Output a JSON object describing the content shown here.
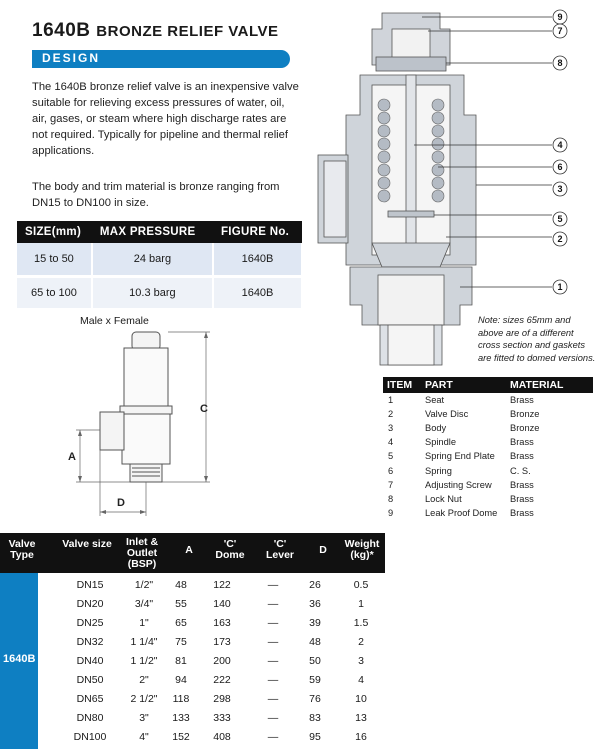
{
  "header": {
    "title_prefix": "1640B",
    "title_rest": "Bronze Relief Valve",
    "section": "DESIGN"
  },
  "description": {
    "p1": "The 1640B bronze relief valve is an inexpensive valve suitable for relieving excess pressures of water, oil, air, gases, or steam where high discharge rates are not required. Typically for pipeline and thermal relief applications.",
    "p2": "The body and trim material is bronze ranging from DN15 to DN100 in size."
  },
  "spec_table": {
    "headers": [
      "SIZE(mm)",
      "MAX PRESSURE",
      "FIGURE No."
    ],
    "rows": [
      [
        "15 to 50",
        "24 barg",
        "1640B"
      ],
      [
        "65 to 100",
        "10.3 barg",
        "1640B"
      ]
    ]
  },
  "left_diagram": {
    "caption": "Male x Female",
    "dim_a": "A",
    "dim_c": "C",
    "dim_d": "D"
  },
  "section_drawing": {
    "callouts": [
      "9",
      "7",
      "8",
      "4",
      "6",
      "3",
      "5",
      "2",
      "1"
    ]
  },
  "note": "Note: sizes 65mm and above are of a different cross section and gaskets are fitted to domed versions.",
  "parts_table": {
    "headers": [
      "ITEM",
      "PART",
      "MATERIAL"
    ],
    "rows": [
      [
        "1",
        "Seat",
        "Brass"
      ],
      [
        "2",
        "Valve Disc",
        "Bronze"
      ],
      [
        "3",
        "Body",
        "Bronze"
      ],
      [
        "4",
        "Spindle",
        "Brass"
      ],
      [
        "5",
        "Spring End Plate",
        "Brass"
      ],
      [
        "6",
        "Spring",
        "C. S."
      ],
      [
        "7",
        "Adjusting Screw",
        "Brass"
      ],
      [
        "8",
        "Lock Nut",
        "Brass"
      ],
      [
        "9",
        "Leak Proof Dome",
        "Brass"
      ]
    ]
  },
  "dims_table": {
    "headers": {
      "type": "Valve Type",
      "size": "Valve size",
      "inlet": "Inlet & Outlet (BSP)",
      "a": "A",
      "c_dome": "'C' Dome",
      "c_lever": "'C' Lever",
      "d": "D",
      "weight": "Weight (kg)*"
    },
    "valve_type": "1640B",
    "rows": [
      [
        "DN15",
        "1/2\"",
        "48",
        "122",
        "—",
        "26",
        "0.5"
      ],
      [
        "DN20",
        "3/4\"",
        "55",
        "140",
        "—",
        "36",
        "1"
      ],
      [
        "DN25",
        "1\"",
        "65",
        "163",
        "—",
        "39",
        "1.5"
      ],
      [
        "DN32",
        "1 1/4\"",
        "75",
        "173",
        "—",
        "48",
        "2"
      ],
      [
        "DN40",
        "1 1/2\"",
        "81",
        "200",
        "—",
        "50",
        "3"
      ],
      [
        "DN50",
        "2\"",
        "94",
        "222",
        "—",
        "59",
        "4"
      ],
      [
        "DN65",
        "2 1/2\"",
        "118",
        "298",
        "—",
        "76",
        "10"
      ],
      [
        "DN80",
        "3\"",
        "133",
        "333",
        "—",
        "83",
        "13"
      ],
      [
        "DN100",
        "4\"",
        "152",
        "408",
        "—",
        "95",
        "16"
      ]
    ]
  }
}
